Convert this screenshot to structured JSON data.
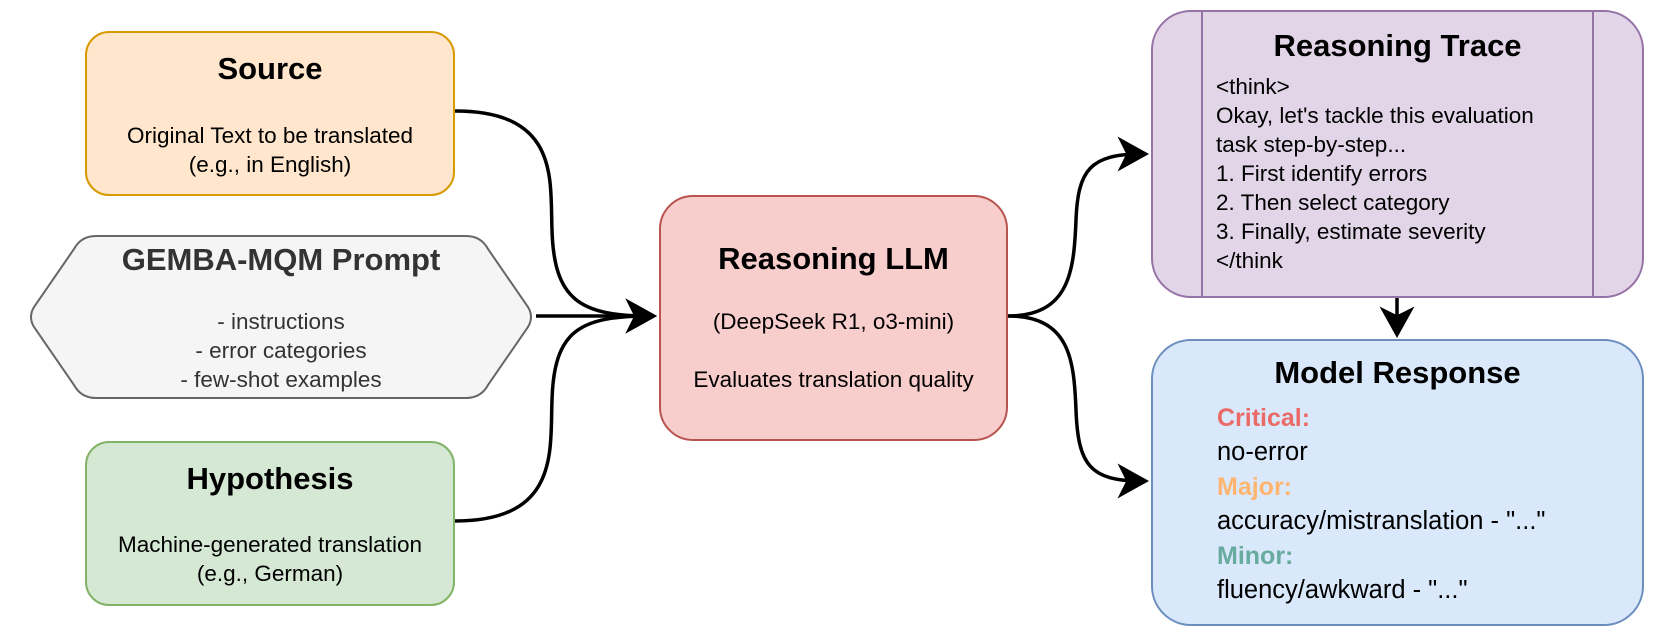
{
  "source": {
    "title": "Source",
    "line1": "Original Text to be translated",
    "line2": "(e.g., in English)"
  },
  "prompt": {
    "title": "GEMBA-MQM Prompt",
    "items": [
      "- instructions",
      "- error categories",
      "- few-shot examples"
    ]
  },
  "hypothesis": {
    "title": "Hypothesis",
    "line1": "Machine-generated translation",
    "line2": "(e.g., German)"
  },
  "llm": {
    "title": "Reasoning LLM",
    "models": "(DeepSeek R1, o3-mini)",
    "description": "Evaluates translation quality"
  },
  "trace": {
    "title": "Reasoning Trace",
    "lines": [
      "<think>",
      "Okay, let's tackle this evaluation",
      "task step-by-step...",
      "1. First identify errors",
      "2. Then select category",
      "3. Finally, estimate severity",
      "</think"
    ]
  },
  "response": {
    "title": "Model Response",
    "critical_label": "Critical:",
    "critical_value": "no-error",
    "major_label": "Major:",
    "major_value": "accuracy/mistranslation - \"...\"",
    "minor_label": "Minor:",
    "minor_value": "fluency/awkward - \"...\""
  },
  "colors": {
    "critical": "#ea6b66",
    "major": "#ffb570",
    "minor": "#67ab9f"
  }
}
